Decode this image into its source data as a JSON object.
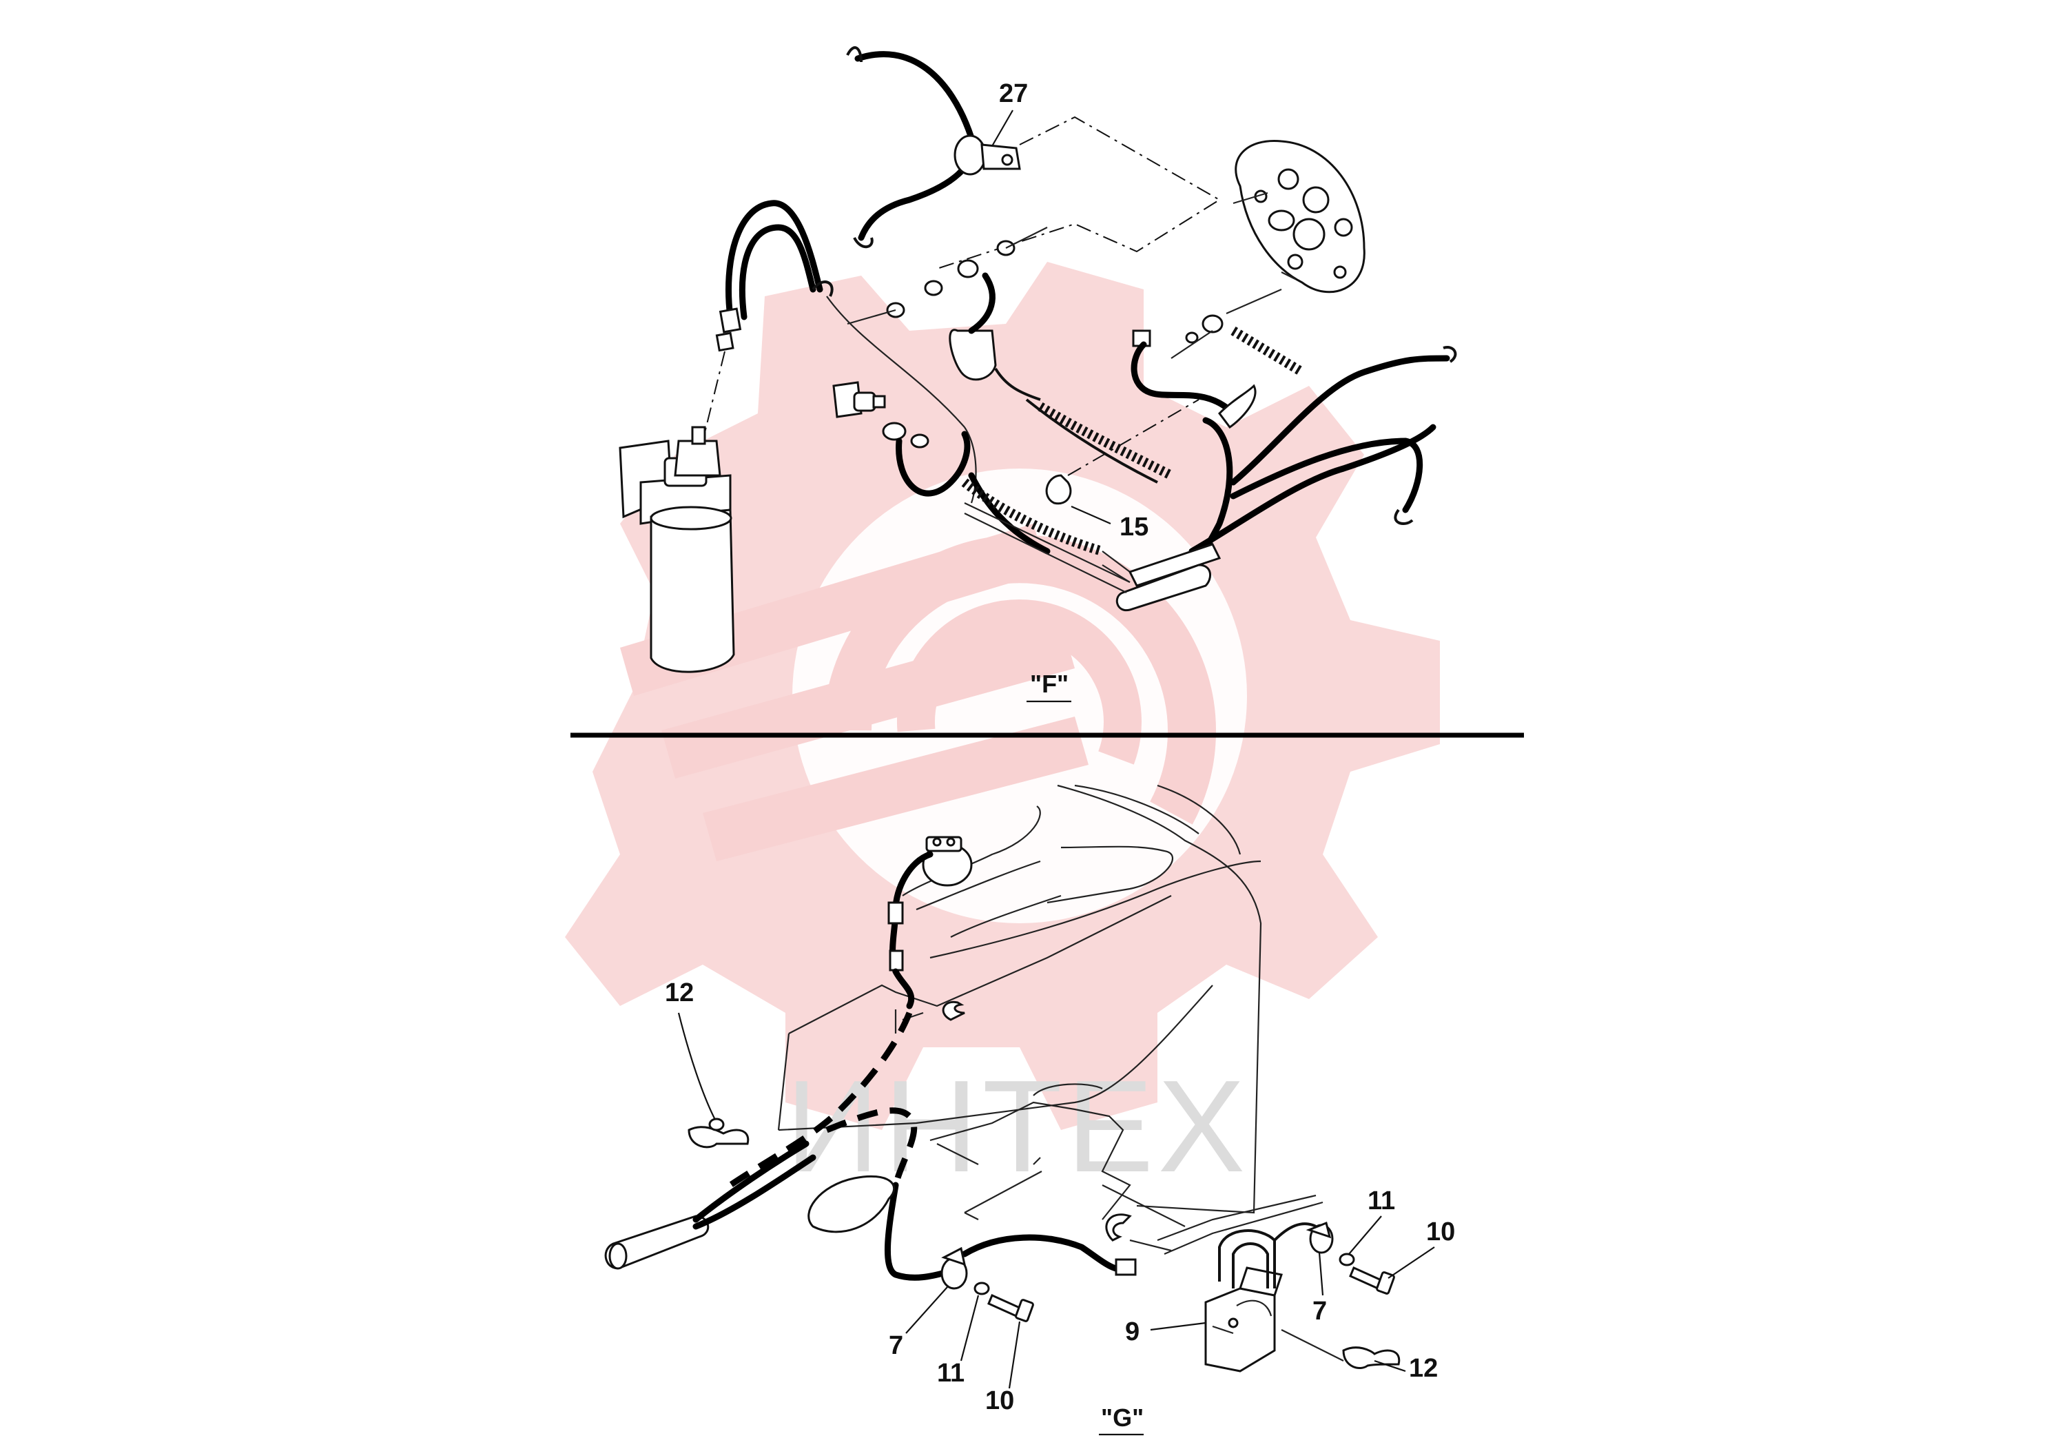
{
  "watermark": {
    "text": "ИНТЕХ",
    "gear_color": "#f8d2d2",
    "text_color": "#dcdcdc"
  },
  "views": {
    "upper": {
      "caption": "\"F\""
    },
    "lower": {
      "caption": "\"G\""
    }
  },
  "callouts": {
    "upper": [
      {
        "id": "c27",
        "label": "27"
      },
      {
        "id": "c15",
        "label": "15"
      }
    ],
    "lower": [
      {
        "id": "c12a",
        "label": "12"
      },
      {
        "id": "c11a",
        "label": "11"
      },
      {
        "id": "c10a",
        "label": "10"
      },
      {
        "id": "c7a",
        "label": "7"
      },
      {
        "id": "c11b",
        "label": "11"
      },
      {
        "id": "c10b",
        "label": "10"
      },
      {
        "id": "c9",
        "label": "9"
      },
      {
        "id": "c7b",
        "label": "7"
      },
      {
        "id": "c12b",
        "label": "12"
      }
    ]
  },
  "colors": {
    "line": "#111111",
    "divider": "#000000"
  }
}
